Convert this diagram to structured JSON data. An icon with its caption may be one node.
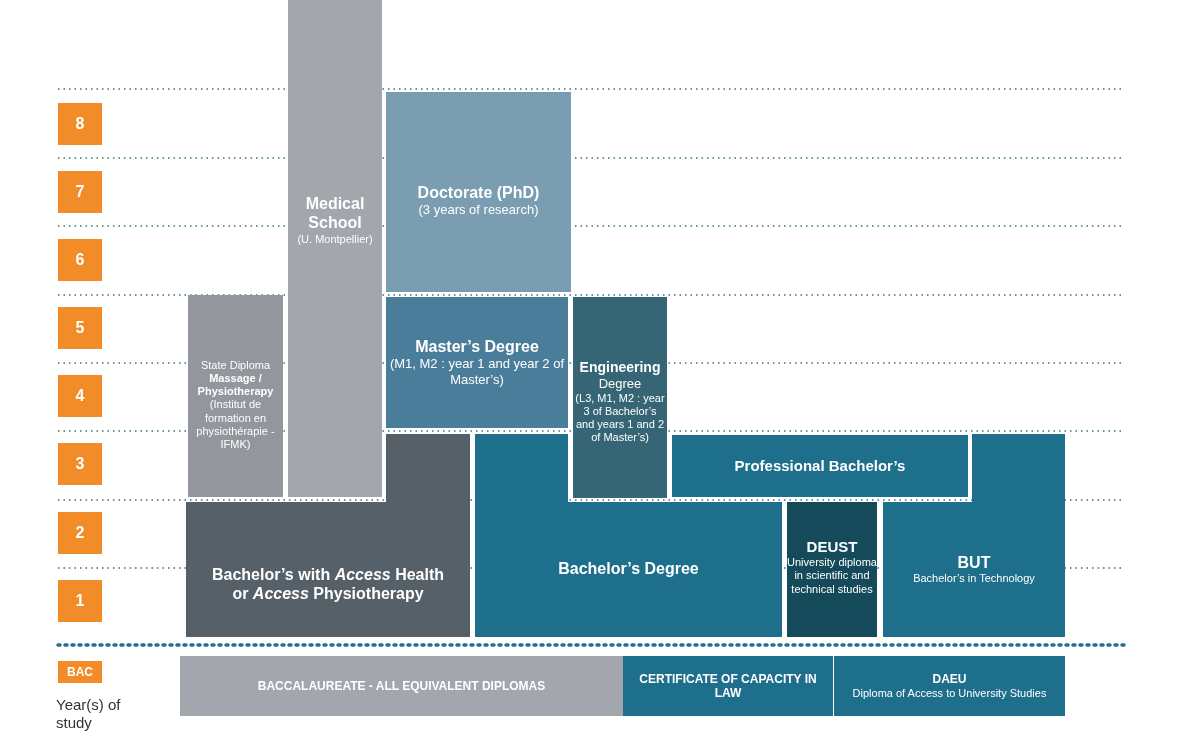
{
  "diagram": {
    "nodes": [
      {
        "text": [
          "8"
        ]
      },
      {
        "text": [
          "7"
        ]
      },
      {
        "text": [
          "6"
        ]
      },
      {
        "text": [
          "5"
        ]
      },
      {
        "text": [
          "4"
        ]
      },
      {
        "text": [
          "3"
        ]
      },
      {
        "text": [
          "2"
        ]
      },
      {
        "text": [
          "1"
        ]
      },
      {
        "text": [
          "BAC"
        ]
      },
      {
        "text": [
          "Medical School",
          "(U. Montpellier)"
        ]
      },
      {
        "text": [
          "Doctorate (PhD)",
          "(3 years of research)"
        ]
      },
      {
        "text": [
          "State Diploma **Massage / Physiotherapy** (Institut de formation en physiothérapie - IFMK)"
        ]
      },
      {
        "text": [
          "Master’s Degree",
          "(M1, M2 : year 1 and year 2 of Master’s)"
        ]
      },
      {
        "text": [
          "Engineering",
          "Degree",
          "(L3, M1, M2 : year 3 of Bachelor’s and years 1 and 2 of Master’s)"
        ]
      },
      {
        "text": [
          "Professional Bachelor’s"
        ]
      },
      {
        "text": [
          "Bachelor’s with *Access* Health or *Access* Physiotherapy"
        ]
      },
      {
        "text": [
          "Bachelor’s Degree"
        ]
      },
      {
        "text": [
          "DEUST",
          "University diploma in scientific and technical studies"
        ]
      },
      {
        "text": [
          "BUT",
          "Bachelor’s in Technology"
        ]
      },
      {
        "text": [
          "BACCALAUREATE -  ALL EQUIVALENT DIPLOMAS"
        ]
      },
      {
        "text": [
          "CERTIFICATE OF CAPACITY IN LAW"
        ]
      },
      {
        "text": [
          "DAEU",
          "Diploma of Access to University Studies"
        ]
      }
    ],
    "edges": [],
    "labels": [
      "Year(s) of study"
    ]
  }
}
